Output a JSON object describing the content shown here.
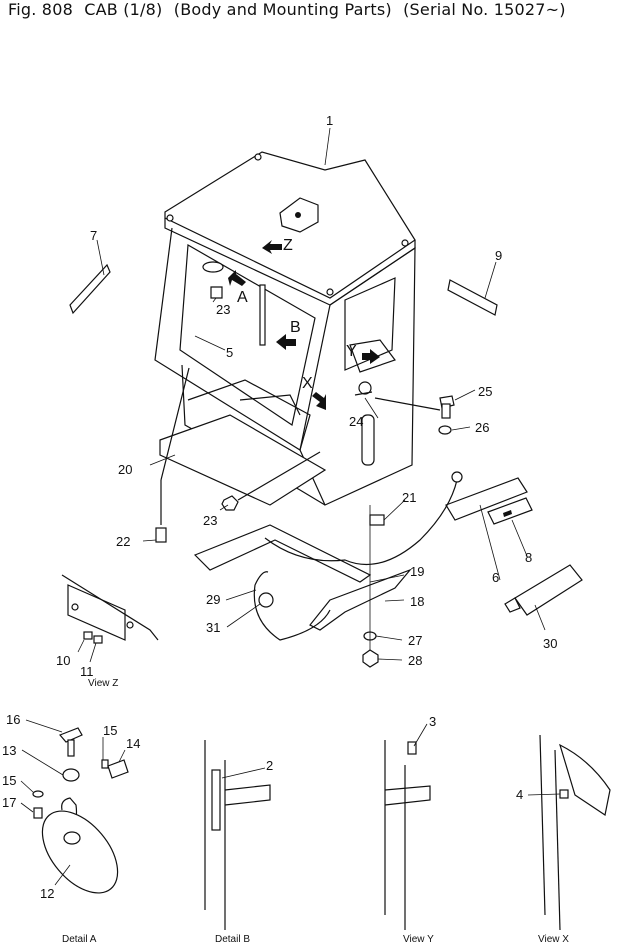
{
  "header": {
    "fig": "Fig. 808",
    "name": "CAB (1/8)",
    "desc": "(Body and Mounting Parts)",
    "serial": "(Serial No. 15027~)"
  },
  "part_numbers": {
    "p1": "1",
    "p2": "2",
    "p3": "3",
    "p4": "4",
    "p5": "5",
    "p6": "6",
    "p7": "7",
    "p8": "8",
    "p9": "9",
    "p10": "10",
    "p11": "11",
    "p12": "12",
    "p13": "13",
    "p14": "14",
    "p15a": "15",
    "p15b": "15",
    "p16": "16",
    "p17": "17",
    "p18": "18",
    "p19": "19",
    "p20": "20",
    "p21": "21",
    "p22": "22",
    "p23a": "23",
    "p23b": "23",
    "p24": "24",
    "p25": "25",
    "p26": "26",
    "p27": "27",
    "p28": "28",
    "p29": "29",
    "p30": "30",
    "p31": "31"
  },
  "view_letters": {
    "a": "A",
    "b": "B",
    "x": "X",
    "y": "Y",
    "z": "Z"
  },
  "captions": {
    "view_z": "View Z",
    "detail_a": "Detail A",
    "detail_b": "Detail B",
    "view_y": "View Y",
    "view_x": "View X"
  }
}
